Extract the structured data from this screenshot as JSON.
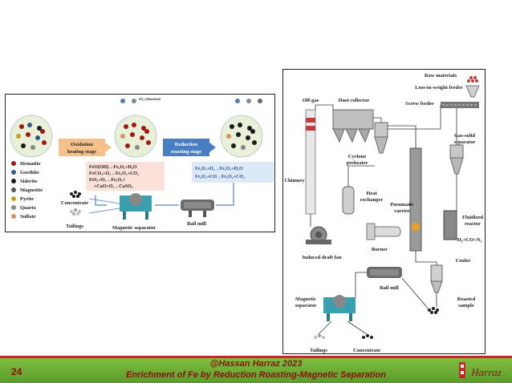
{
  "left_diagram": {
    "top_labels": [
      "SO₂ (Absorbed)"
    ],
    "stage1": "Oxidation heating stage",
    "stage2": "Reduction roasting stage",
    "legend": [
      {
        "label": "Hematite",
        "color": "#a01818"
      },
      {
        "label": "Goethite",
        "color": "#2f5e86"
      },
      {
        "label": "Siderite",
        "color": "#1a1a1a"
      },
      {
        "label": "Magnetite",
        "color": "#555555"
      },
      {
        "label": "Pyrite",
        "color": "#c8a020"
      },
      {
        "label": "Quartz",
        "color": "#8a8a8a"
      },
      {
        "label": "Sulfate",
        "color": "#d89060"
      }
    ],
    "oxidation_reactions": [
      "FeO(OH)→Fe₂O₃+H₂O",
      "FeCO₃+O₂→Fe₂O₃+CO₂",
      "FeS₂+O₂→Fe₂O₃+",
      "+CaO+O₂→CaSO₄"
    ],
    "reduction_reactions": [
      "Fe₂O₃+H₂→Fe₃O₄+H₂O",
      "Fe₂O₃+CO→Fe₃O₄+CO₂"
    ],
    "concentrate": "Concentrate",
    "tailings": "Tailings",
    "magnetic_separator": "Magnetic separator",
    "ball_mill": "Ball mill"
  },
  "right_diagram": {
    "raw_materials": "Raw materials",
    "loss_feeder": "Loss-in-weight feeder",
    "screw_feeder": "Screw feeder",
    "off_gas": "Off-gas",
    "dust_collector": "Dust collector",
    "gas_solid_separator": "Gas-solid separator",
    "cyclone_preheater": "Cyclone preheater",
    "chimney": "Chimney",
    "heat_exchanger": "Heat exchanger",
    "pneumatic_carrier": "Pneumatic carrier",
    "fluidized_reactor": "Fluidized reactor",
    "gas_inlet": "H₂+CO+N₂",
    "burner": "Burner",
    "induced_draft_fan": "Induced draft fan",
    "cooler": "Cooler",
    "ball_mill": "Ball mill",
    "magnetic_separator": "Magnetic separator",
    "roasted_sample": "Roasted sample",
    "tailings": "Tailings",
    "concentrate": "Concentrate"
  },
  "footer": {
    "page_number": "24",
    "author": "@Hassan Harraz 2023",
    "title": "Enrichment of Fe by Reduction Roasting-Magnetic Separation",
    "logo_text": "Harraz",
    "colors": {
      "bar": "#6aaa32",
      "text": "#8a1010",
      "rule": "#c8242c"
    }
  }
}
